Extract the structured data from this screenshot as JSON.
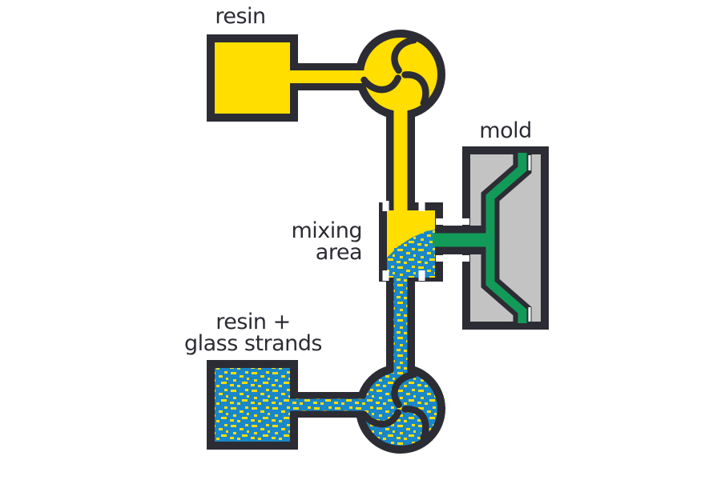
{
  "labels": {
    "resin": "resin",
    "mold": "mold",
    "mixing_area_line1": "mixing",
    "mixing_area_line2": "area",
    "feed_line1": "resin +",
    "feed_line2": "glass strands"
  },
  "colors": {
    "resin_yellow": "#FFDE00",
    "glass_resin_blue": "#1987C8",
    "mixture_green": "#129B58",
    "outline_dark": "#2C2C34",
    "mold_gray": "#C3C3C3",
    "background_white": "#FFFFFF"
  },
  "components": [
    "resin-tank",
    "resin-pump",
    "glass-resin-tank",
    "glass-resin-pump",
    "mixing-chamber",
    "mold"
  ]
}
